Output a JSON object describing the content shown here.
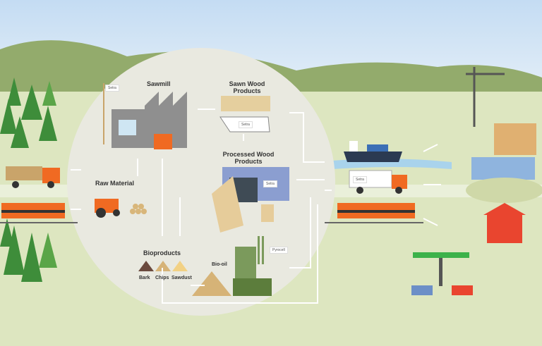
{
  "labels": {
    "sawmill": "Sawmill",
    "sawn_wood_products": "Sawn Wood Products",
    "processed_wood_products": "Processed Wood Products",
    "raw_material": "Raw Material",
    "bioproducts": "Bioproducts",
    "bark": "Bark",
    "chips": "Chips",
    "sawdust": "Sawdust",
    "bio_oil": "Bio-oil"
  },
  "logos": {
    "setra": "Setra",
    "pyrocell": "Pyrocell"
  },
  "colors": {
    "sky": "#c9dff2",
    "hill": "#8fa76a",
    "ground": "#dde6c0",
    "circle": "#e9e9e0",
    "accent": "#f06a22"
  }
}
